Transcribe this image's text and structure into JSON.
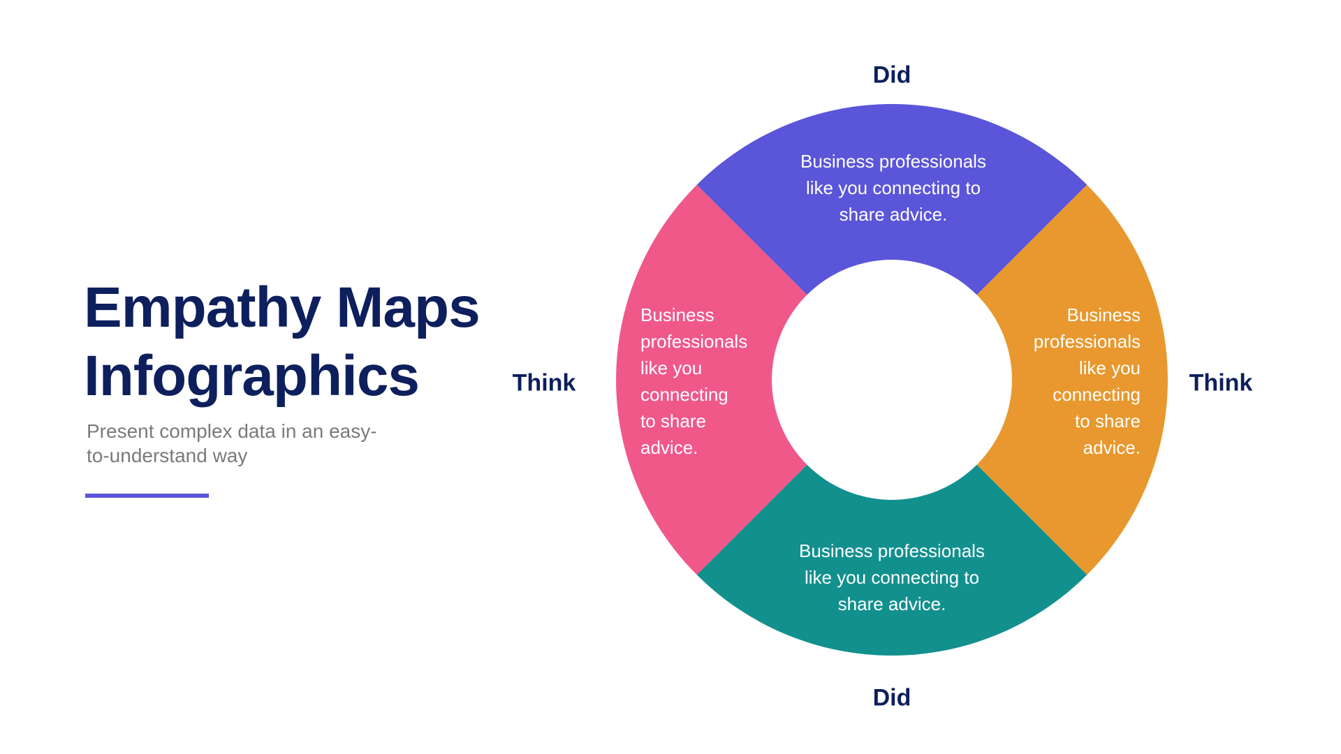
{
  "slide": {
    "title_lines": [
      "Empathy Maps",
      "Infographics"
    ],
    "subtitle": "Present complex data in an easy-to-understand way",
    "subtitle_lines": [
      "Present complex data in an easy-",
      "to-understand way"
    ]
  },
  "colors": {
    "navy": "#0d1f5c",
    "purple": "#5b55d9",
    "pink": "#f0588a",
    "orange": "#e8982e",
    "teal": "#12908e",
    "subtitle_gray": "#7a7a7a"
  },
  "labels": {
    "top": "Did",
    "bottom": "Did",
    "left": "Think",
    "right": "Think"
  },
  "segments": {
    "top": {
      "color": "#5b55d9",
      "text": "Business professionals like you connecting to share advice.",
      "lines": [
        "Business professionals",
        "like you connecting to",
        "share advice."
      ]
    },
    "right": {
      "color": "#e8982e",
      "text": "Business professionals like you connecting to share advice.",
      "lines": [
        "Business",
        "professionals",
        "like you",
        "connecting",
        "to share",
        "advice."
      ]
    },
    "bottom": {
      "color": "#12908e",
      "text": "Business professionals like you connecting to share advice.",
      "lines": [
        "Business professionals",
        "like you connecting to",
        "share advice."
      ]
    },
    "left": {
      "color": "#f0588a",
      "text": "Business professionals like you connecting to share advice.",
      "lines": [
        "Business",
        "professionals",
        "like you",
        "connecting",
        "to share",
        "advice."
      ]
    }
  }
}
